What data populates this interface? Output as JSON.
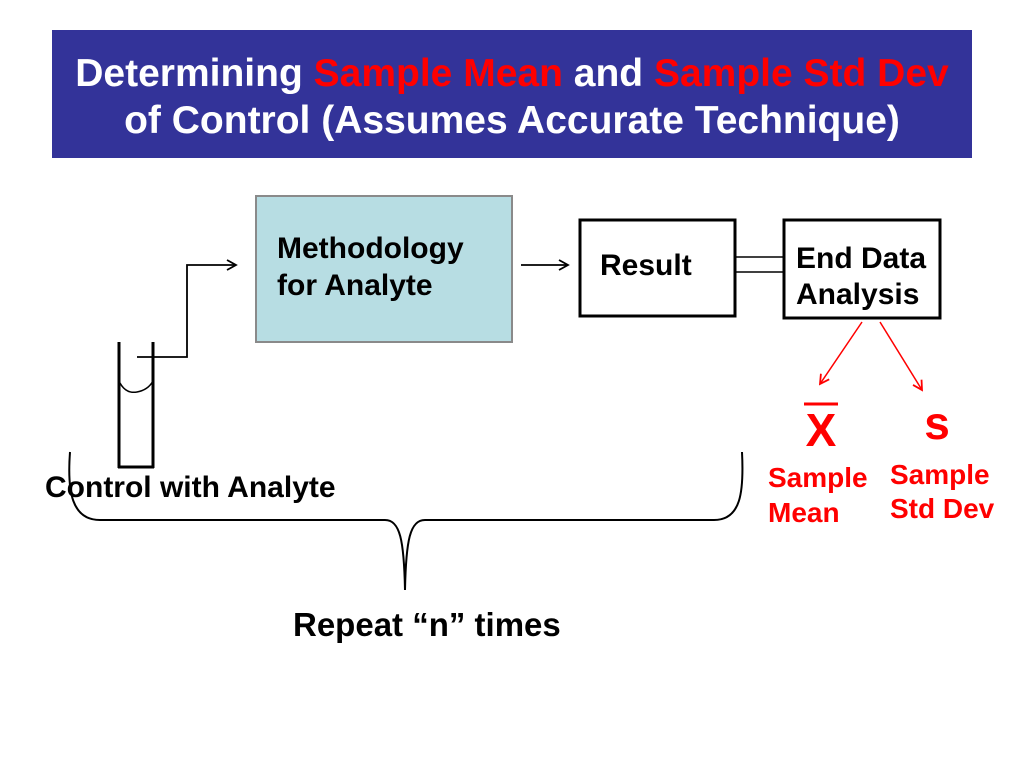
{
  "title": {
    "background": "#333399",
    "line1": [
      {
        "text": "Determining",
        "color": "#FFFFFF"
      },
      {
        "text": "Sample Mean",
        "color": "#FF0000"
      },
      {
        "text": "and",
        "color": "#FFFFFF"
      },
      {
        "text": "Sample Std Dev",
        "color": "#FF0000"
      }
    ],
    "line2": "of Control (Assumes Accurate Technique)",
    "line2_color": "#FFFFFF"
  },
  "diagram": {
    "methodology_box": {
      "lines": [
        "Methodology",
        "for Analyte"
      ],
      "fill": "#B7DDE3"
    },
    "result_box": {
      "label": "Result"
    },
    "end_analysis_box": {
      "lines": [
        "End Data",
        "Analysis"
      ]
    },
    "outputs": {
      "color": "#FF0000",
      "mean": {
        "symbol": "X",
        "label_lines": [
          "Sample",
          "Mean"
        ]
      },
      "std_dev": {
        "symbol": "s",
        "label_lines": [
          "Sample",
          "Std Dev"
        ]
      }
    },
    "control_label": "Control with Analyte",
    "repeat_label": "Repeat “n” times"
  }
}
